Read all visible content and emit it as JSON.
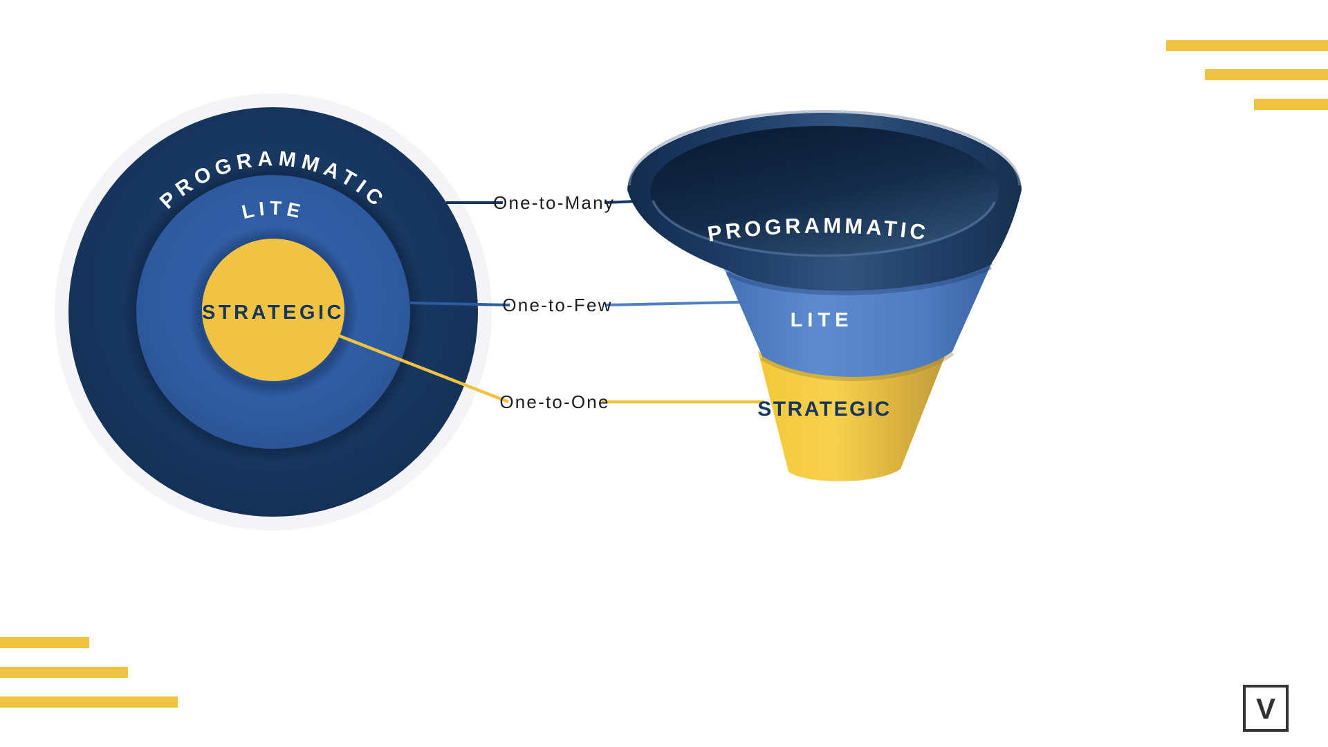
{
  "colors": {
    "navy": "#16365f",
    "blue": "#2e5ba2",
    "yellow": "#f0c342",
    "halo_gray": "#f4f4f6",
    "label_text": "#1c1c1e",
    "logo_ink": "#333333"
  },
  "rings": {
    "outer": "PROGRAMMATIC",
    "middle": "LITE",
    "inner": "STRATEGIC"
  },
  "funnel": {
    "top": "PROGRAMMATIC",
    "middle": "LITE",
    "bottom": "STRATEGIC"
  },
  "callouts": {
    "many": "One-to-Many",
    "few": "One-to-Few",
    "one": "One-to-One"
  },
  "logo": {
    "letter": "V"
  }
}
